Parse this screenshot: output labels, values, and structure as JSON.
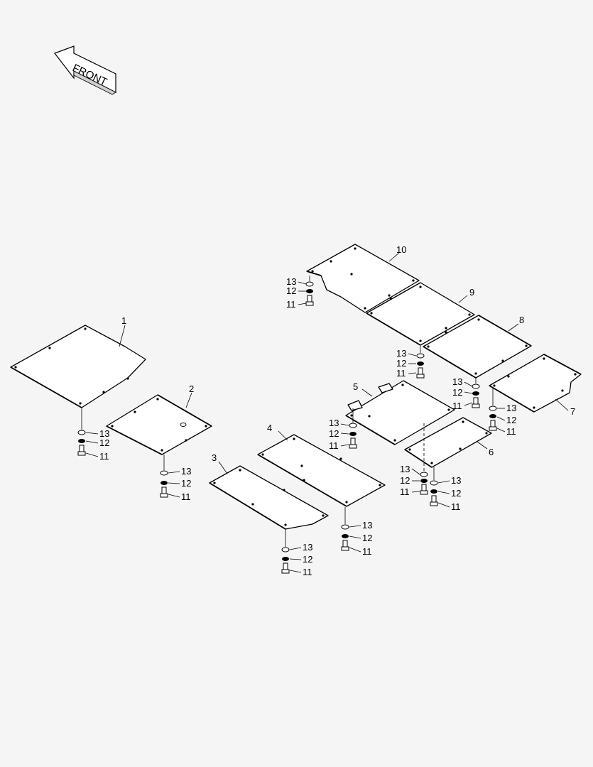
{
  "direction_label": "FRONT",
  "callouts": {
    "p1": "1",
    "p2": "2",
    "p3": "3",
    "p4": "4",
    "p5": "5",
    "p6": "6",
    "p7": "7",
    "p8": "8",
    "p9": "9",
    "p10": "10",
    "bolt": "11",
    "washer": "12",
    "spacer": "13"
  }
}
